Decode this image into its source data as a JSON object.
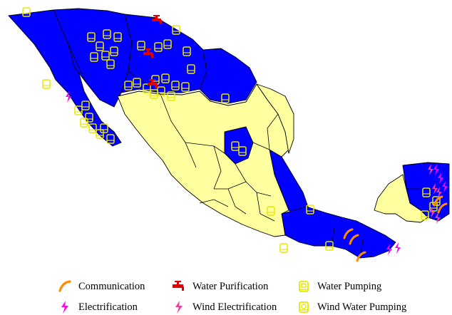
{
  "colors": {
    "region_blue": "#0000ff",
    "region_yellow": "#ffffa0",
    "border": "#000000",
    "communication": "#ff8c00",
    "water_purification": "#e00000",
    "water_pumping": "#e8e800",
    "electrification": "#ff00ff",
    "wind_electrification": "#ff3399",
    "wind_water_pumping": "#e8e800"
  },
  "legend": [
    {
      "key": "communication",
      "label": "Communication",
      "icon": "communication-icon"
    },
    {
      "key": "water_purification",
      "label": "Water Purification",
      "icon": "water-purification-icon"
    },
    {
      "key": "water_pumping",
      "label": "Water Pumping",
      "icon": "water-pumping-icon"
    },
    {
      "key": "electrification",
      "label": "Electrification",
      "icon": "electrification-icon"
    },
    {
      "key": "wind_electrification",
      "label": "Wind Electrification",
      "icon": "wind-electrification-icon"
    },
    {
      "key": "wind_water_pumping",
      "label": "Wind Water Pumping",
      "icon": "wind-water-pumping-icon"
    }
  ]
}
